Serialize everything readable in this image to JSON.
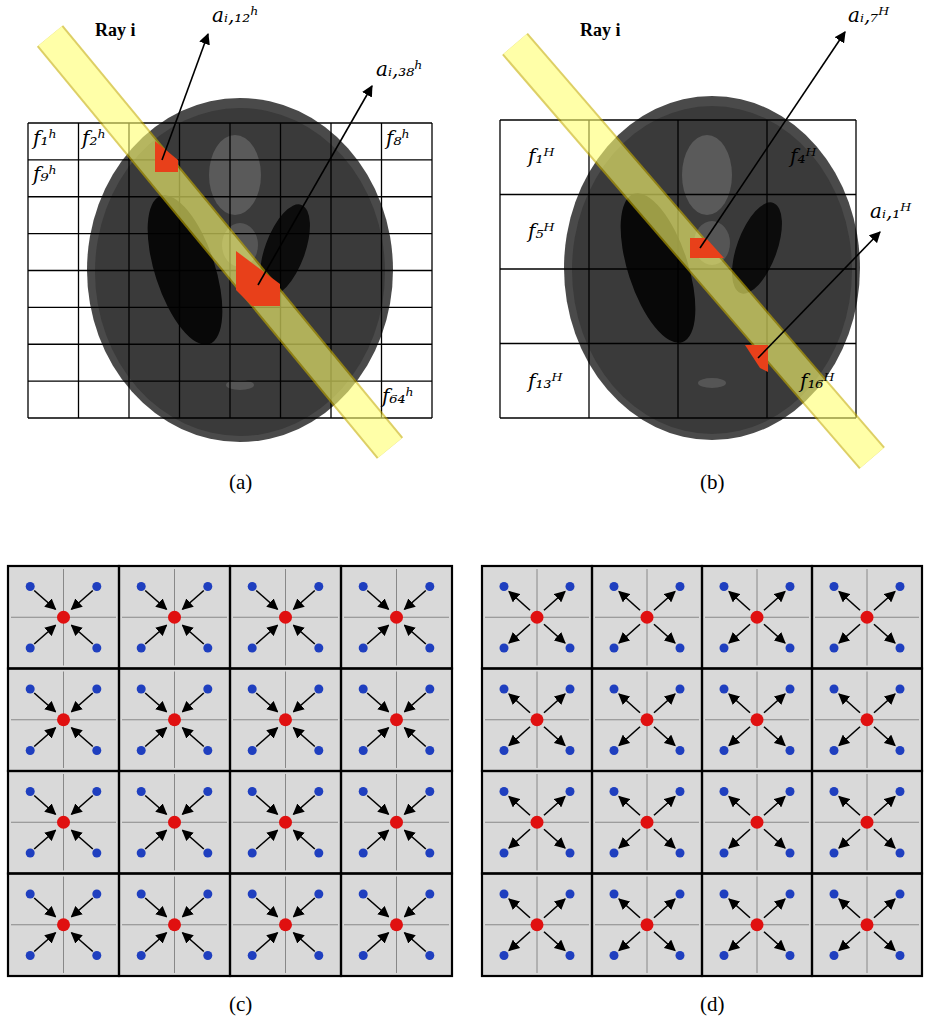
{
  "diagram": {
    "labels": [
      "Ray i",
      "aᵢ,₁₂ʰ",
      "aᵢ,₃₈ʰ",
      "f₁ʰ",
      "f₂ʰ",
      "f₈ʰ",
      "f₉ʰ",
      "f₆₄ʰ",
      "Ray i",
      "aᵢ,₇ᴴ",
      "aᵢ,₁ᴴ",
      "f₁ᴴ",
      "f₄ᴴ",
      "f₅ᴴ",
      "f₁₃ᴴ",
      "f₁₆ᴴ",
      "(a)",
      "(b)",
      "(c)",
      "(d)"
    ]
  }
}
